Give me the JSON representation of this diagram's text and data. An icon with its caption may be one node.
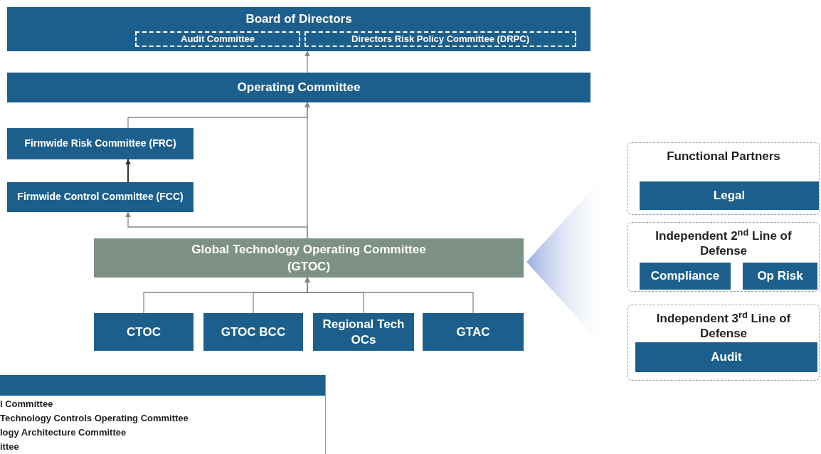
{
  "diagram": {
    "nodes": [
      {
        "text": [
          "Board of Directors"
        ]
      },
      {
        "text": [
          "Audit Committee"
        ],
        "in": 0
      },
      {
        "text": [
          "Directors Risk Policy Committee (DRPC)"
        ],
        "in": 0
      },
      {
        "text": [
          "Operating Committee"
        ]
      },
      {
        "text": [
          "Firmwide Risk Committee (FRC)"
        ]
      },
      {
        "text": [
          "Firmwide Control Committee (FCC)"
        ]
      },
      {
        "text": [
          "Global Technology Operating Committee (GTOC)"
        ]
      },
      {
        "text": [
          "CTOC"
        ]
      },
      {
        "text": [
          "GTOC BCC"
        ]
      },
      {
        "text": [
          "Regional Tech OCs"
        ]
      },
      {
        "text": [
          "GTAC"
        ]
      },
      {
        "text": [
          "Functional Partners"
        ]
      },
      {
        "text": [
          "Legal"
        ],
        "in": 11
      },
      {
        "text": [
          "Independent 2$^{nd}$ Line of Defense"
        ]
      },
      {
        "text": [
          "Compliance"
        ],
        "in": 13
      },
      {
        "text": [
          "Op Risk"
        ],
        "in": 13
      },
      {
        "text": [
          "Independent 3$^{rd}$ Line of Defense"
        ]
      },
      {
        "text": [
          "Audit"
        ],
        "in": 16
      },
      {
        "text": [],
        "shape": "triangle"
      }
    ],
    "edges": [
      {
        "from": 3,
        "to": 0,
        "arrow": "to"
      },
      {
        "from": 4,
        "to": 3,
        "arrow": "to"
      },
      {
        "from": 5,
        "to": 4,
        "arrow": "to",
        "color": "#333333"
      },
      {
        "from": 6,
        "to": 3,
        "arrow": "to"
      },
      {
        "from": 6,
        "to": 5,
        "arrow": "to"
      },
      {
        "from": 7,
        "to": 6,
        "arrow": "to"
      },
      {
        "from": 8,
        "to": 6,
        "arrow": "to"
      },
      {
        "from": 9,
        "to": 6,
        "arrow": "to"
      },
      {
        "from": 10,
        "to": 6,
        "arrow": "to"
      }
    ],
    "labels": [
      "l Committee",
      "Technology Controls Operating Committee",
      "logy Architecture Committee",
      "ittee"
    ]
  }
}
